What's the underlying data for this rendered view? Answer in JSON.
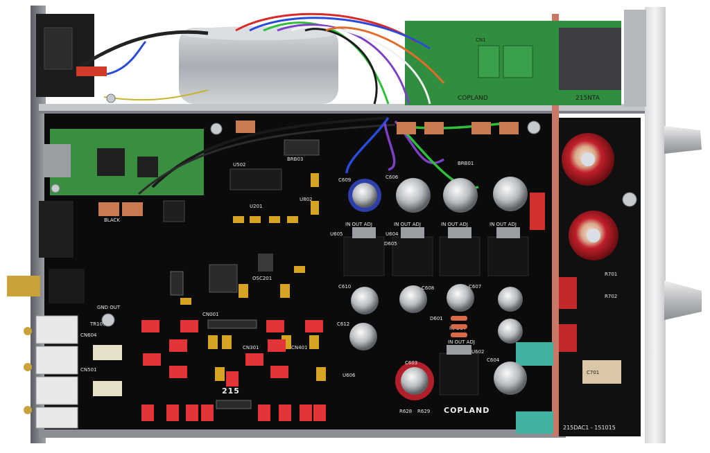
{
  "photo": {
    "subject": "",
    "labels": {
      "copland_main": "COPLAND",
      "copland_psu": "COPLAND",
      "model_ntap": "215NTA",
      "model_dac": "215DAC1 - 151015",
      "board_215": "215",
      "cn1": "CN1",
      "black": "BLACK",
      "in_out_adj_1": "IN OUT ADJ",
      "in_out_adj_2": "IN OUT ADJ",
      "in_out_adj_3": "IN OUT ADJ",
      "in_out_adj_4": "IN OUT ADJ",
      "in_out_adj_5": "IN OUT ADJ",
      "gnd_out": "GND OUT",
      "in_out": "IN OUT",
      "cn604": "CN604",
      "cn501": "CN501",
      "u605": "U605",
      "u604": "U604",
      "u606": "U606",
      "u602": "U602",
      "u201": "U201",
      "u502": "U502",
      "u802": "U802",
      "c603": "C603",
      "c604": "C604",
      "c612": "C612",
      "c609": "C609",
      "c606": "C606",
      "c610": "C610",
      "c608": "C608",
      "c607": "C607",
      "d601": "D601",
      "d605": "D605",
      "r628": "R628",
      "r629": "R629",
      "brb03": "BRB03",
      "brb01": "BRB01",
      "osc201": "OSC201",
      "cn001": "CN001",
      "cn401": "CN401",
      "cn301": "CN301",
      "tr101": "TR101",
      "r701": "R701",
      "r702": "R702",
      "c701": "C701"
    },
    "colors": {
      "chassis": "#9a9da2",
      "pcb_main": "#0b0b0b",
      "pcb_green": "#2f8f3e",
      "transformer": "#b9bec4",
      "tube_red": "#c0202a",
      "cap_red": "#d9383b",
      "teal": "#3fb3a0"
    }
  }
}
